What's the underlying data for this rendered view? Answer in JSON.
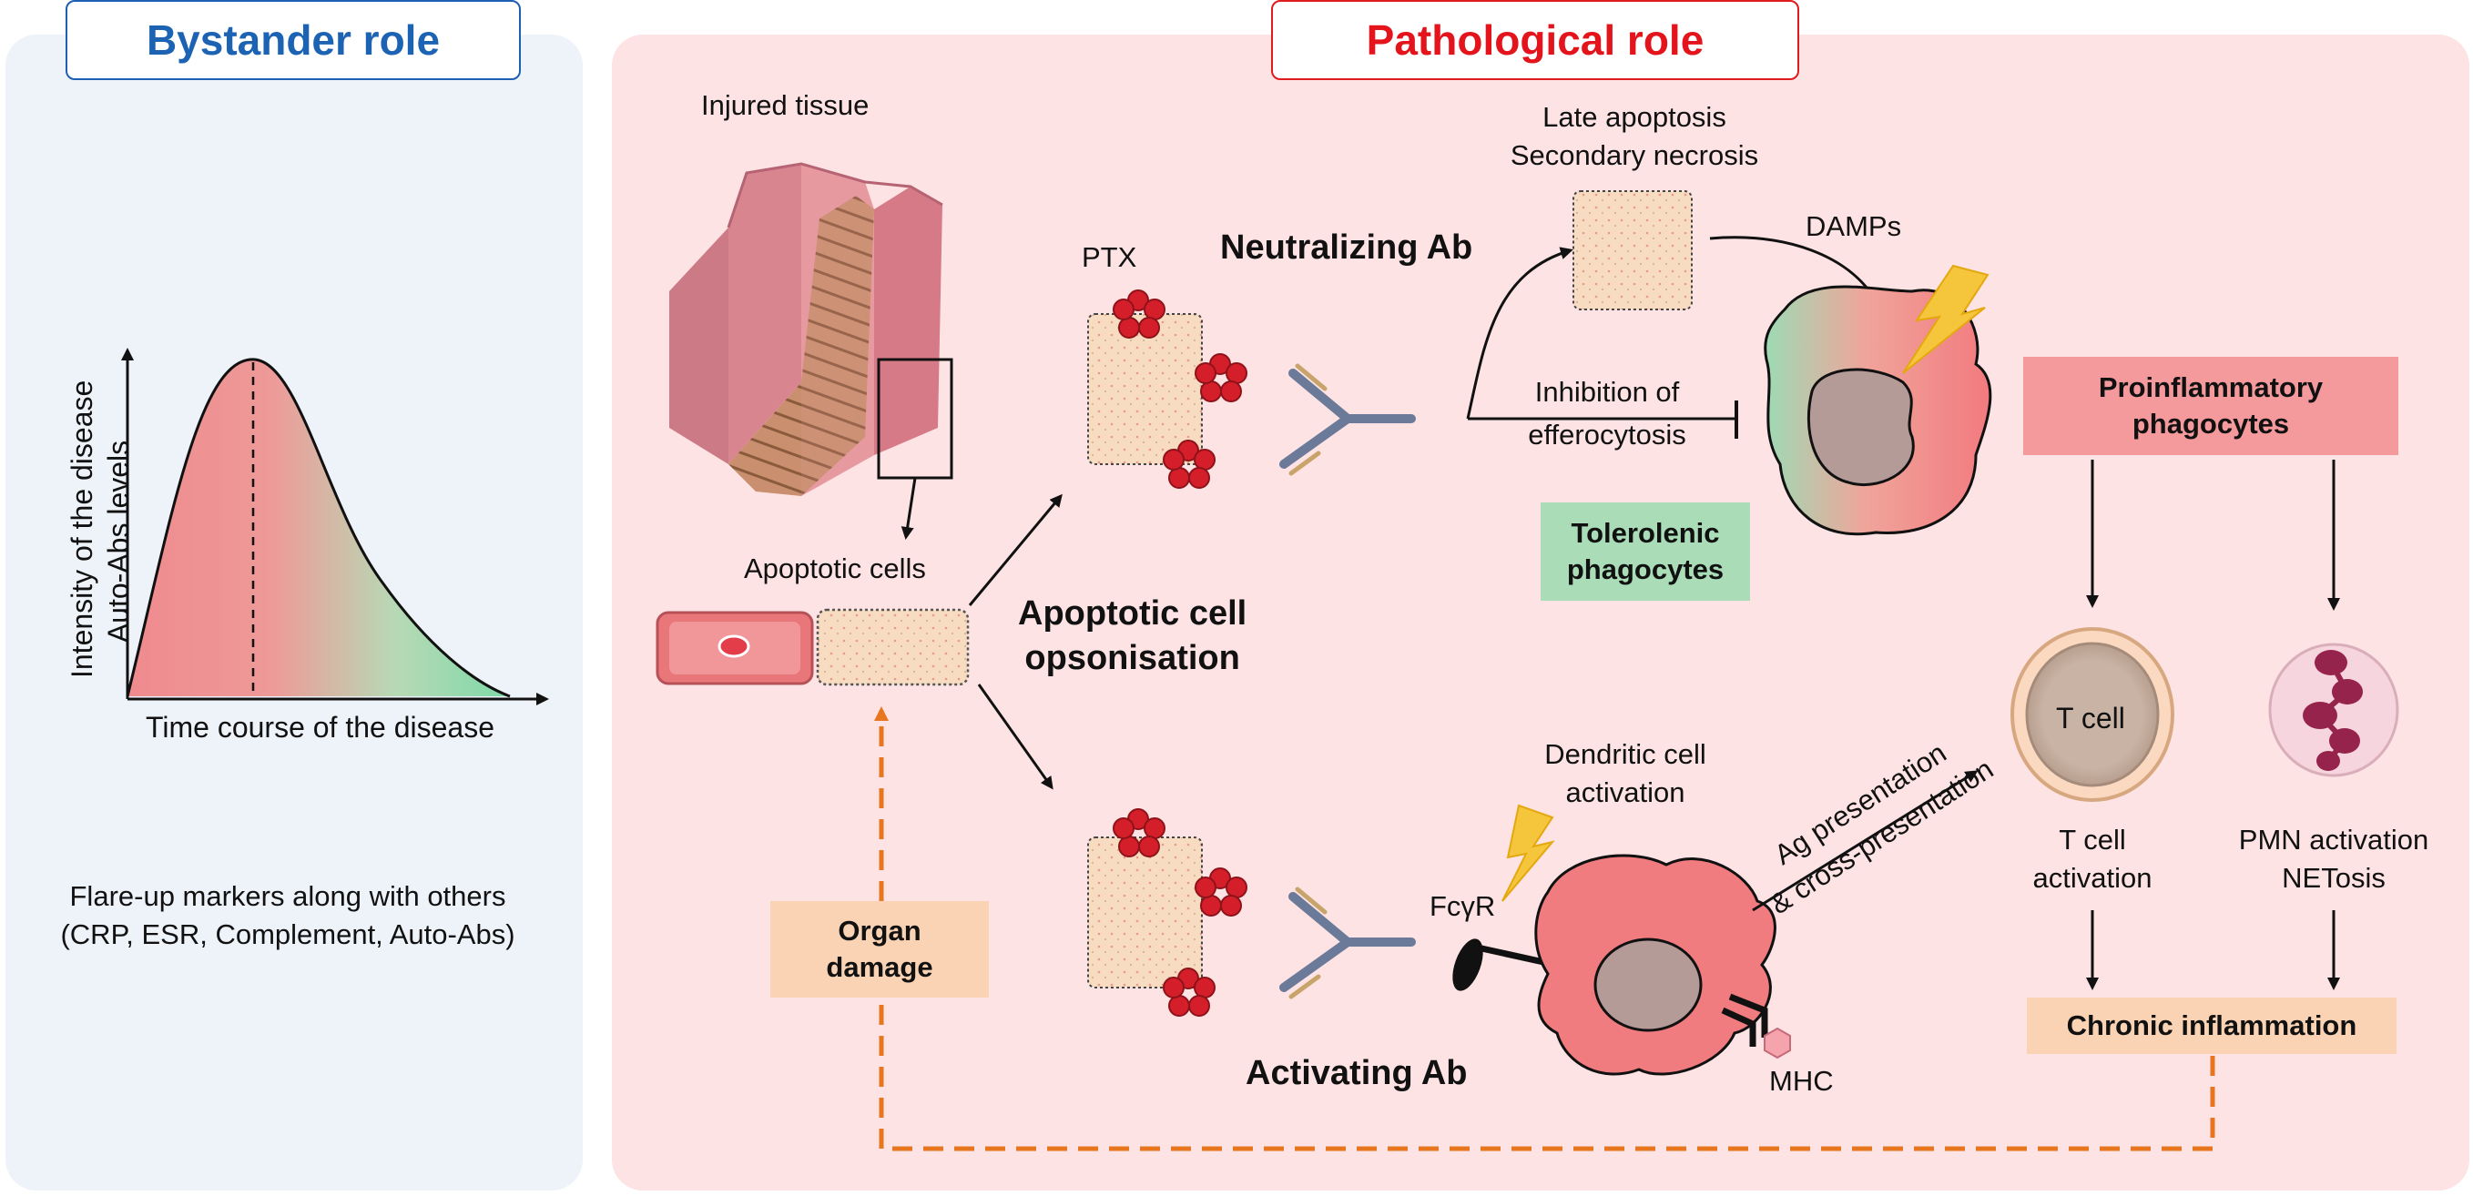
{
  "headers": {
    "bystander": "Bystander role",
    "pathological": "Pathological role"
  },
  "left_panel": {
    "y_axis_label_line1": "Intensity of the disease",
    "y_axis_label_line2": "Auto-Abs levels",
    "x_axis_label": "Time course of the disease",
    "note_line1": "Flare-up markers along with others",
    "note_line2": "(CRP, ESR, Complement, Auto-Abs)"
  },
  "labels": {
    "injured_tissue": "Injured tissue",
    "apoptotic_cells": "Apoptotic cells",
    "ptx": "PTX",
    "neutralizing_ab": "Neutralizing Ab",
    "late_apoptosis": "Late apoptosis",
    "secondary_necrosis": "Secondary necrosis",
    "damps": "DAMPs",
    "inhibition_line1": "Inhibition of",
    "inhibition_line2": "efferocytosis",
    "apoptotic_opsonisation_line1": "Apoptotic cell",
    "apoptotic_opsonisation_line2": "opsonisation",
    "dendritic_line1": "Dendritic cell",
    "dendritic_line2": "activation",
    "fcyr": "FcγR",
    "mhc": "MHC",
    "activating_ab": "Activating Ab",
    "ag_presentation_line1": "Ag presentation",
    "ag_presentation_line2": "& cross-presentation",
    "t_cell": "T cell",
    "t_cell_activation_line1": "T cell",
    "t_cell_activation_line2": "activation",
    "pmn_line1": "PMN activation",
    "pmn_line2": "NETosis"
  },
  "boxes": {
    "tolerolenic_line1": "Tolerolenic",
    "tolerolenic_line2": "phagocytes",
    "proinflammatory_line1": "Proinflammatory",
    "proinflammatory_line2": "phagocytes",
    "organ_line1": "Organ",
    "organ_line2": "damage",
    "chronic": "Chronic inflammation"
  },
  "colors": {
    "bystander_blue": "#1d63b4",
    "pathological_red": "#e3141b",
    "left_panel_bg": "#eef2f9",
    "right_panel_bg": "#fde3e4",
    "tolerogenic_green": "#a9dcb7",
    "proinflammatory_pink": "#f59a9c",
    "organ_orange": "#f9d3b4",
    "dashed_orange": "#e8761e",
    "curve_red": "#ef8a8e",
    "curve_green": "#7fd9a9"
  },
  "icons": [
    "injured-tissue-icon",
    "apoptotic-cell-icon",
    "pentraxin-icon",
    "antibody-icon",
    "lightning-icon",
    "phagocyte-icon",
    "dendritic-cell-icon",
    "t-cell-icon",
    "neutrophil-icon",
    "mhc-icon",
    "fc-receptor-icon"
  ]
}
